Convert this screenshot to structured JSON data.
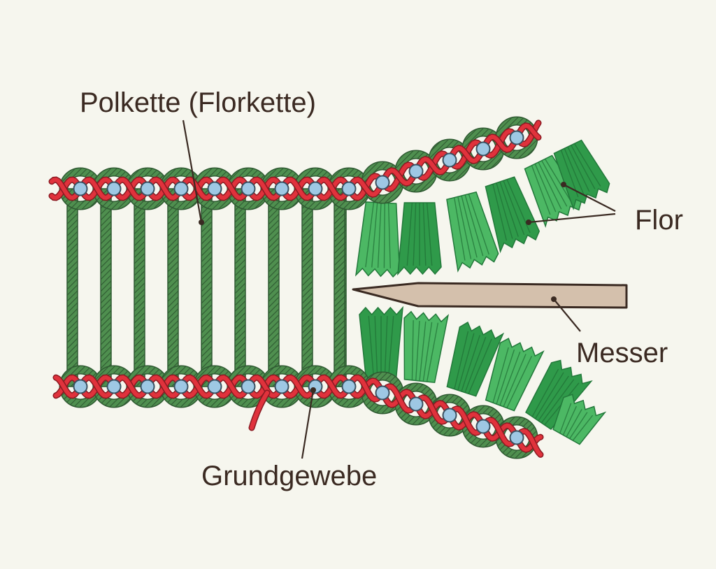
{
  "labels": {
    "pile_warp": "Polkette (Florkette)",
    "pile": "Flor",
    "knife": "Messer",
    "ground_fabric": "Grundgewebe"
  },
  "colors": {
    "background": "#f6f6ee",
    "pile_green": "#2f9a4a",
    "pile_green_light": "#4cb864",
    "ring_green": "#4f8f4f",
    "ring_dark": "#2f5a32",
    "ground_red": "#e0323c",
    "ground_red_dark": "#8a1a22",
    "weft_blue": "#9ec8e4",
    "knife_fill": "#d4c0ac",
    "text": "#3b2a22"
  }
}
